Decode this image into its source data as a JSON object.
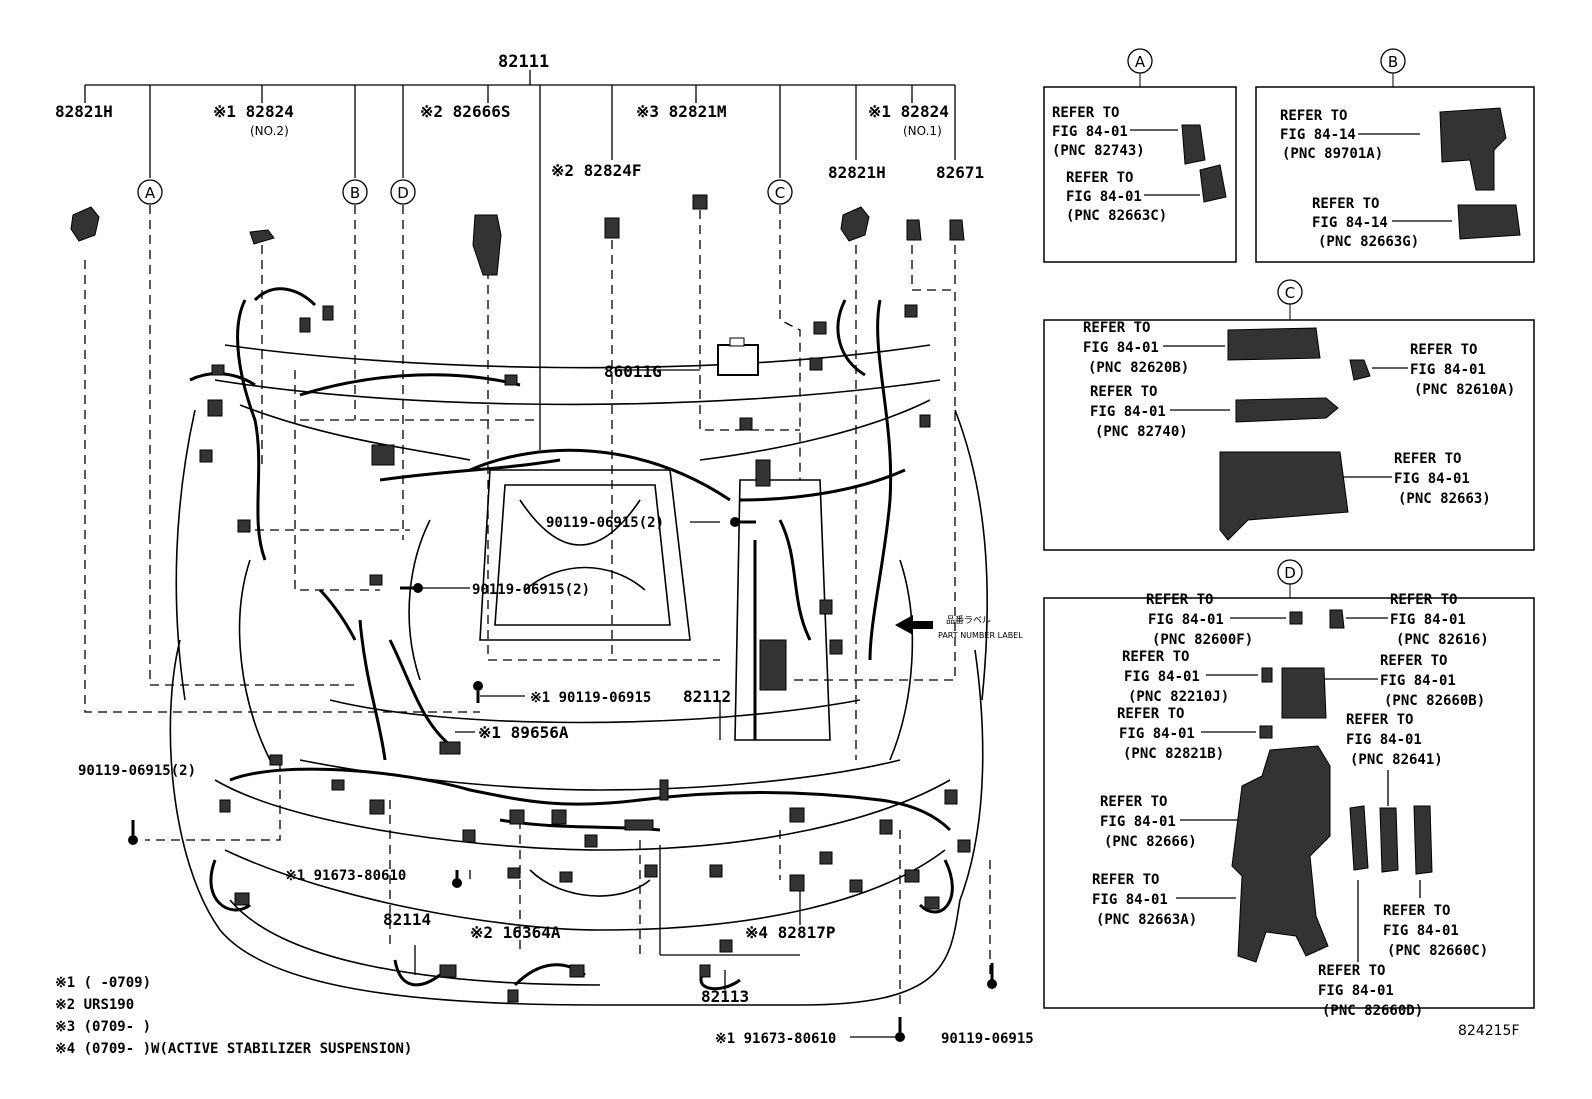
{
  "diagram": {
    "figure_id": "824215F",
    "main_parts": {
      "harness_main": "82111",
      "p82821h_left": "82821H",
      "p82824_no2": "※1 82824",
      "p82824_no2_note": "(NO.2)",
      "p82666s": "※2 82666S",
      "p82821m": "※3 82821M",
      "p82824f": "※2 82824F",
      "p82824_no1": "※1 82824",
      "p82824_no1_note": "(NO.1)",
      "p82821h_right": "82821H",
      "p82671": "82671",
      "p86011g": "86011G",
      "bolt_upper": "90119-06915(2)",
      "bolt_middle": "90119-06915(2)",
      "bolt_lower_pair": "※1 90119-06915",
      "p82112": "82112",
      "p89656a": "※1 89656A",
      "bolt_left": "90119-06915(2)",
      "bolt_front1": "※1 91673-80610",
      "p82114": "82114",
      "p16364a": "※2 16364A",
      "p82817p": "※4 82817P",
      "p82113": "82113",
      "bolt_front2": "※1 91673-80610",
      "bolt_right": "90119-06915",
      "label_jp": "品番ラベル",
      "label_en": "PART NUMBER LABEL"
    },
    "callouts": {
      "a": "A",
      "b": "B",
      "c": "C",
      "d": "D"
    },
    "notes": [
      "※1 (     -0709)",
      "※2 URS190",
      "※3 (0709-     )",
      "※4 (0709-     )W(ACTIVE STABILIZER SUSPENSION)"
    ],
    "box_a": {
      "title": "A",
      "r1": [
        "REFER TO",
        "FIG 84-01",
        "(PNC 82743)"
      ],
      "r2": [
        "REFER TO",
        "FIG 84-01",
        "(PNC 82663C)"
      ]
    },
    "box_b": {
      "title": "B",
      "r1": [
        "REFER TO",
        "FIG 84-14",
        "(PNC 89701A)"
      ],
      "r2": [
        "REFER TO",
        "FIG 84-14",
        "(PNC 82663G)"
      ]
    },
    "box_c": {
      "title": "C",
      "r1": [
        "REFER TO",
        "FIG 84-01",
        "(PNC 82620B)"
      ],
      "r2": [
        "REFER TO",
        "FIG 84-01",
        "(PNC 82610A)"
      ],
      "r3": [
        "REFER TO",
        "FIG 84-01",
        "(PNC 82740)"
      ],
      "r4": [
        "REFER TO",
        "FIG 84-01",
        "(PNC 82663)"
      ]
    },
    "box_d": {
      "title": "D",
      "r1": [
        "REFER TO",
        "FIG 84-01",
        "(PNC 82600F)"
      ],
      "r2": [
        "REFER TO",
        "FIG 84-01",
        "(PNC 82616)"
      ],
      "r3": [
        "REFER TO",
        "FIG 84-01",
        "(PNC 82210J)"
      ],
      "r4": [
        "REFER TO",
        "FIG 84-01",
        "(PNC 82660B)"
      ],
      "r5": [
        "REFER TO",
        "FIG 84-01",
        "(PNC 82821B)"
      ],
      "r6": [
        "REFER TO",
        "FIG 84-01",
        "(PNC 82641)"
      ],
      "r7": [
        "REFER TO",
        "FIG 84-01",
        "(PNC 82666)"
      ],
      "r8": [
        "REFER TO",
        "FIG 84-01",
        "(PNC 82663A)"
      ],
      "r9": [
        "REFER TO",
        "FIG 84-01",
        "(PNC 82660C)"
      ],
      "r10": [
        "REFER TO",
        "FIG 84-01",
        "(PNC 82660D)"
      ]
    }
  }
}
